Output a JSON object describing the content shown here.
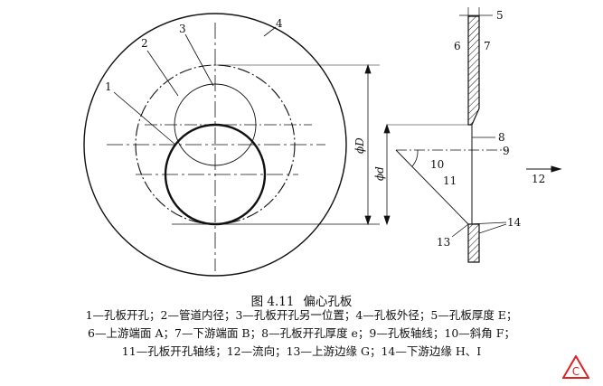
{
  "figure": {
    "labels": [
      "1",
      "2",
      "3",
      "4",
      "5",
      "6",
      "7",
      "8",
      "9",
      "10",
      "11",
      "12",
      "13",
      "14"
    ],
    "symbols": {
      "D": "ϕD",
      "d": "ϕd"
    }
  },
  "caption": {
    "number": "图 4.11",
    "title": "偏心孔板"
  },
  "legend": {
    "line1": "1—孔板开孔；2—管道内径；3—孔板开孔另一位置；4—孔板外径；5—孔板厚度 E；",
    "line2": "6—上游端面 A；7—下游端面 B；8—孔板开孔厚度 e；9—孔板轴线；10—斜角 F；",
    "line3": "11—孔板开孔轴线；12—流向；13—上游边缘 G；14—下游边缘 H、I"
  },
  "logo": {
    "text": "C"
  }
}
